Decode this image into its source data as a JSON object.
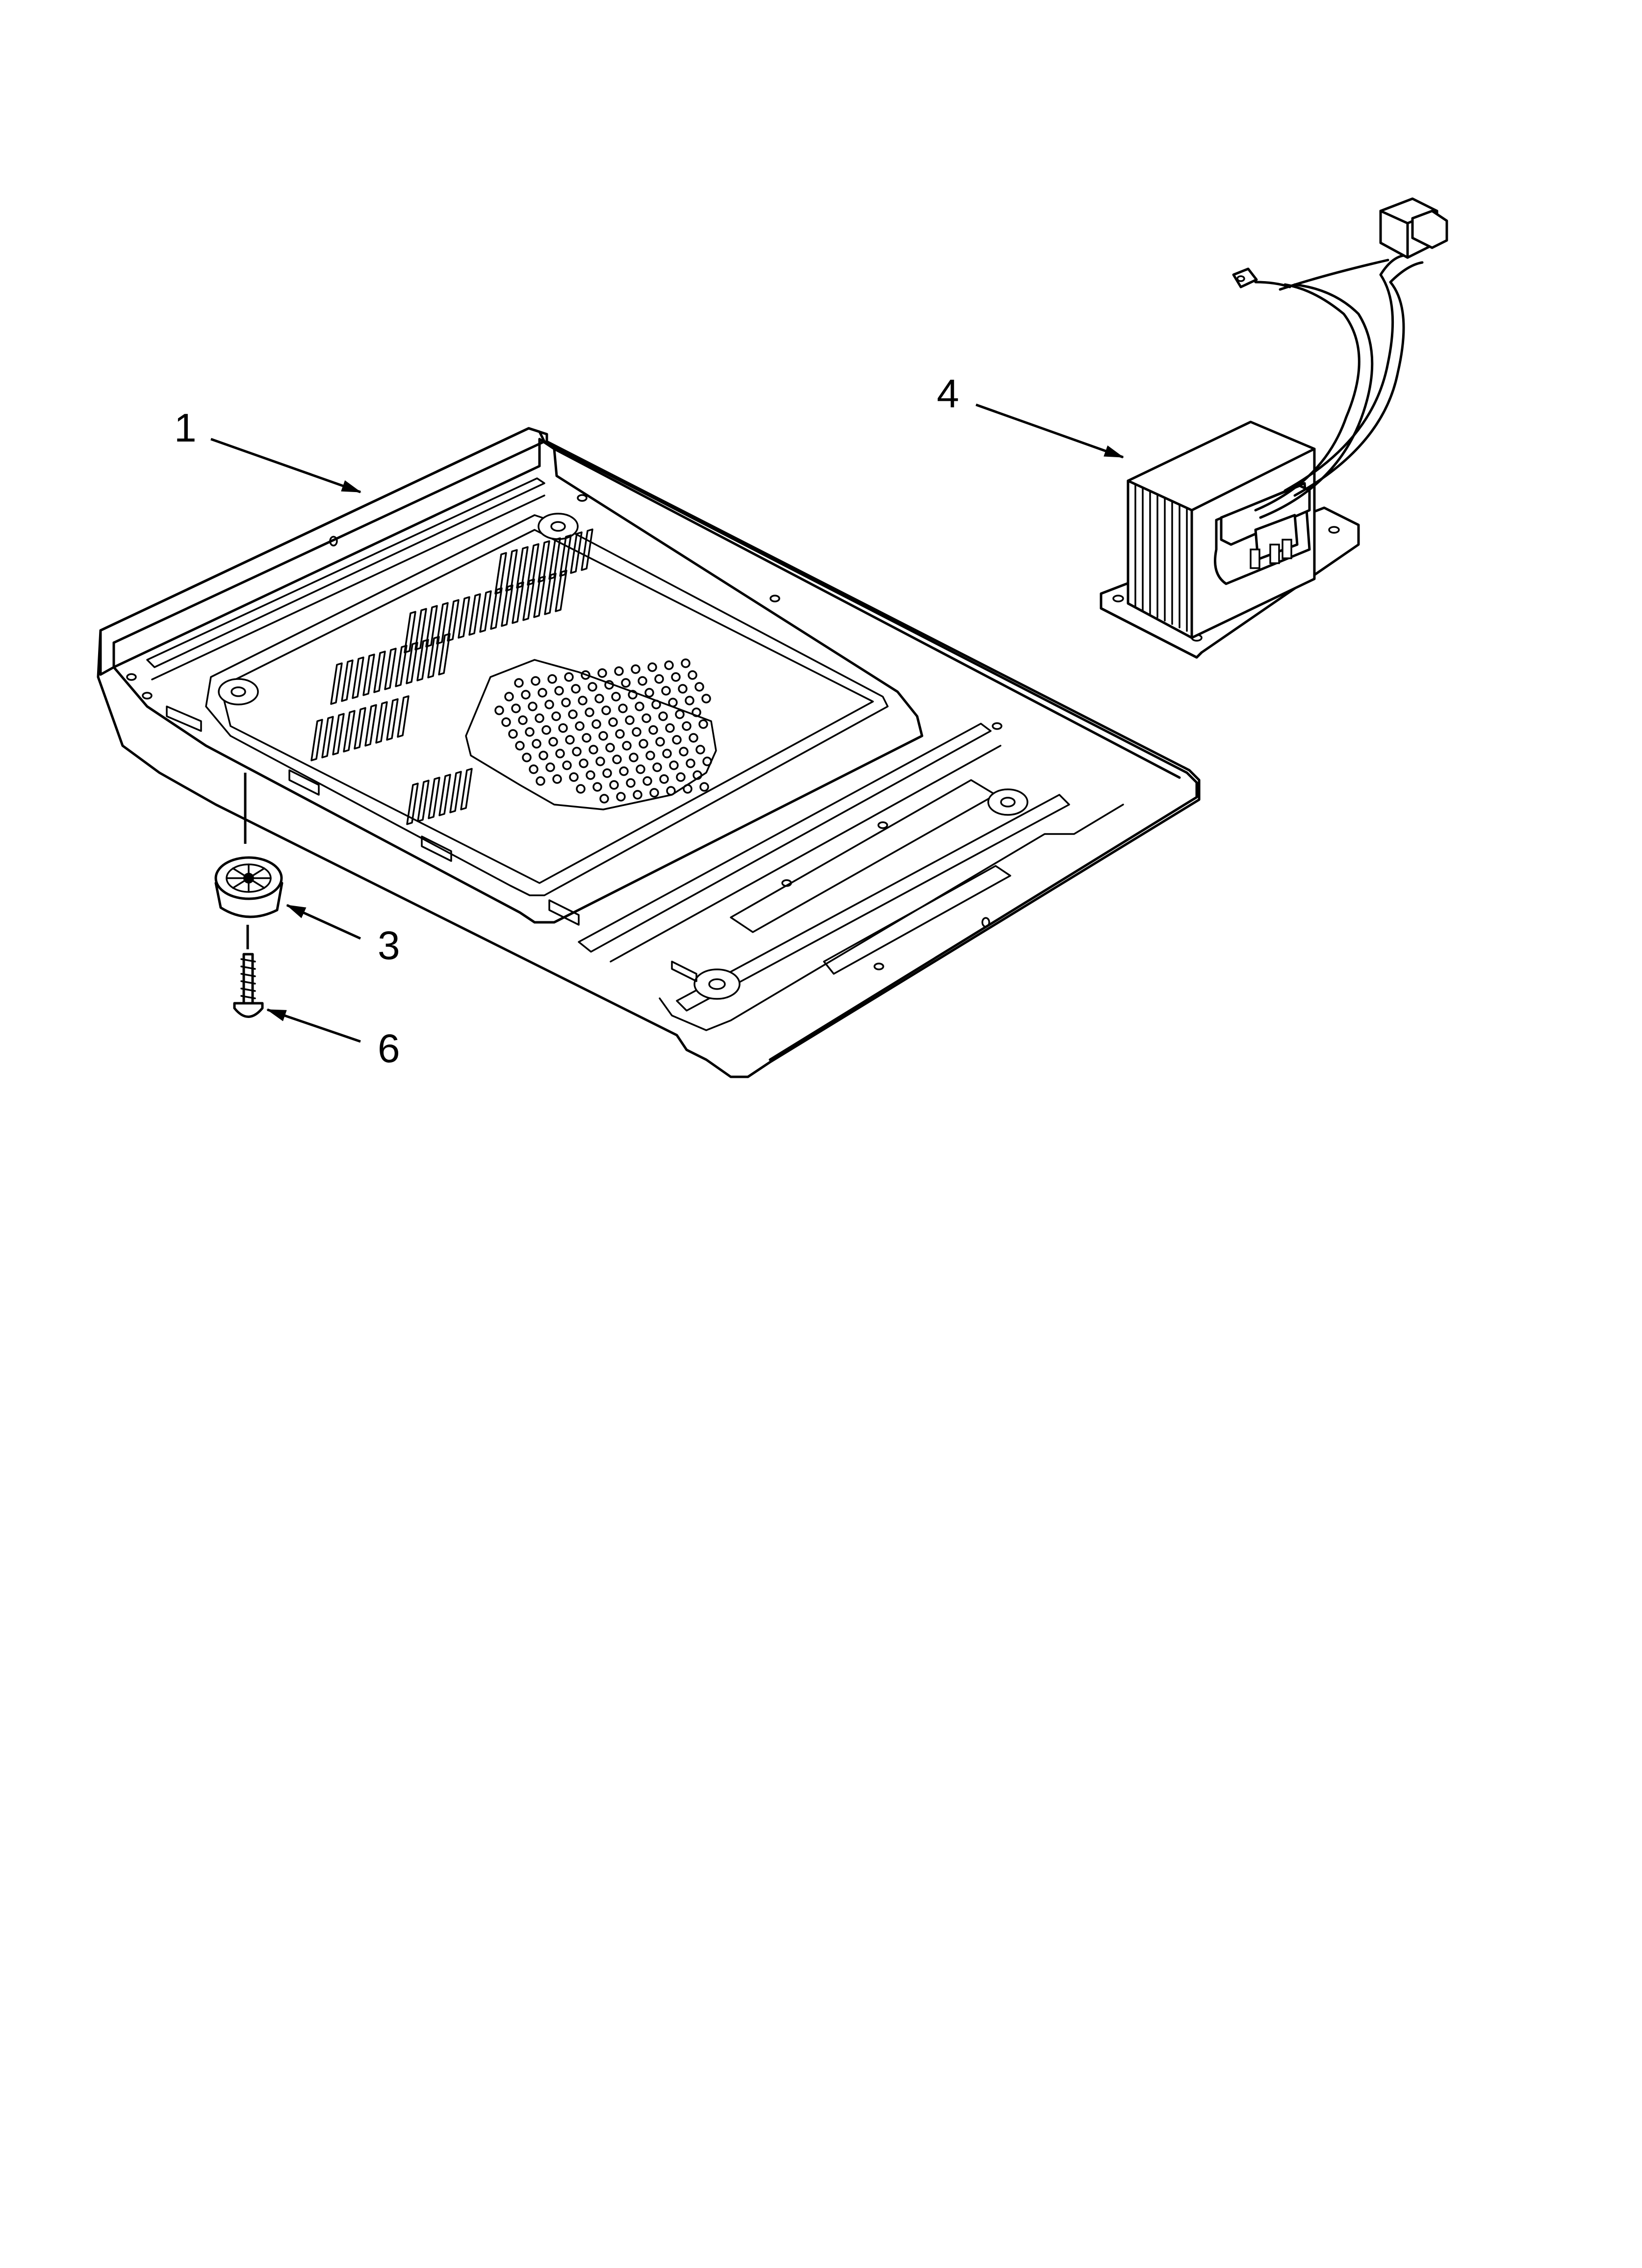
{
  "diagram": {
    "callouts": [
      {
        "id": "callout-1",
        "label": "1"
      },
      {
        "id": "callout-3",
        "label": "3"
      },
      {
        "id": "callout-4",
        "label": "4"
      },
      {
        "id": "callout-6",
        "label": "6"
      }
    ]
  }
}
